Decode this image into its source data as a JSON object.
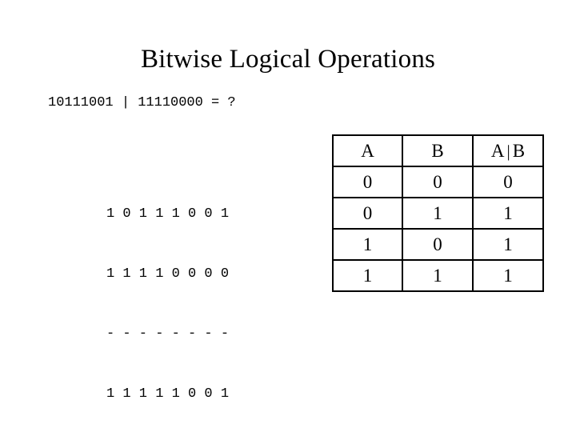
{
  "slide": {
    "title": "Bitwise Logical Operations",
    "expression": "10111001 | 11110000 = ?",
    "binary_work": {
      "operand_1": "1 0 1 1 1 0 0 1",
      "operand_2": "1 1 1 1 0 0 0 0",
      "rule": "- - - - - - - -",
      "result": "1 1 1 1 1 0 0 1"
    },
    "truth_table": {
      "headers": {
        "a": "A",
        "b": "B",
        "result_left": "A",
        "result_pipe": "|",
        "result_right": "B"
      },
      "rows": [
        {
          "a": "0",
          "b": "0",
          "result": "0"
        },
        {
          "a": "0",
          "b": "1",
          "result": "1"
        },
        {
          "a": "1",
          "b": "0",
          "result": "1"
        },
        {
          "a": "1",
          "b": "1",
          "result": "1"
        }
      ]
    },
    "colors": {
      "background": "#ffffff",
      "text": "#000000",
      "table_border": "#000000"
    }
  }
}
